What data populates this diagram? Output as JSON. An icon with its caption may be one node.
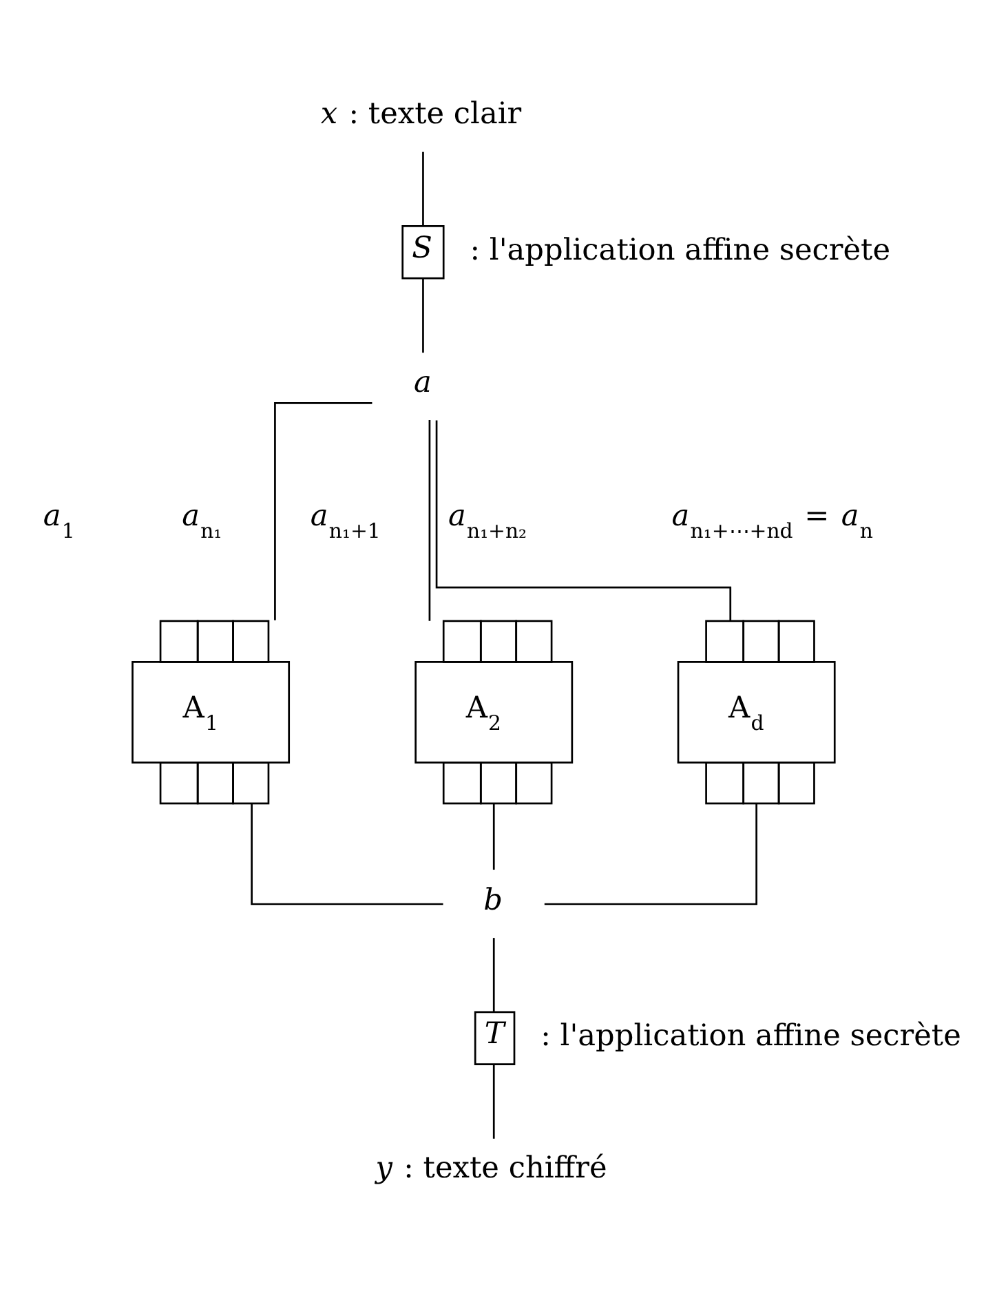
{
  "diagram": {
    "nodes": [
      {
        "text": [
          "*x* : texte clair"
        ]
      },
      {
        "text": [
          "*S*"
        ],
        "beside": [
          ": l'application affine secrète"
        ]
      },
      {
        "text": [
          "*a*"
        ]
      },
      {
        "text": [
          "A$_{1}$"
        ]
      },
      {
        "text": [
          "A$_{2}$"
        ]
      },
      {
        "text": [
          "A$_{d}$"
        ]
      },
      {
        "text": [
          "*b*"
        ]
      },
      {
        "text": [
          "*T*"
        ],
        "beside": [
          ": l'application affine secrète"
        ]
      },
      {
        "text": [
          "*y* : texte chiffré"
        ]
      }
    ],
    "edges": [
      {
        "from": 0,
        "to": 1,
        "arrow": "none"
      },
      {
        "from": 1,
        "to": 2,
        "arrow": "none"
      },
      {
        "from": 2,
        "to": 3,
        "arrow": "none"
      },
      {
        "from": 2,
        "to": 4,
        "arrow": "none"
      },
      {
        "from": 2,
        "to": 5,
        "arrow": "none"
      },
      {
        "from": 3,
        "to": 6,
        "arrow": "none"
      },
      {
        "from": 4,
        "to": 6,
        "arrow": "none"
      },
      {
        "from": 5,
        "to": 6,
        "arrow": "none"
      },
      {
        "from": 6,
        "to": 7,
        "arrow": "none"
      },
      {
        "from": 7,
        "to": 8,
        "arrow": "none"
      }
    ],
    "labels": [
      "*a*$_{1}$",
      "*a*$_{n₁}$",
      "*a*$_{n₁+1}$",
      "*a*$_{n₁+n₂}$",
      "*a*$_{n₁+⋯+nd}$ = *a*$_{n}$"
    ]
  }
}
